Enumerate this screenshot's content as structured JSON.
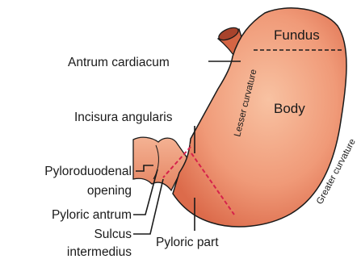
{
  "labels": {
    "fundus": "Fundus",
    "body": "Body",
    "antrum_cardiacum": "Antrum cardiacum",
    "incisura_angularis": "Incisura angularis",
    "pyloroduodenal_opening_line1": "Pyloroduodenal",
    "pyloroduodenal_opening_line2": "opening",
    "pyloric_antrum": "Pyloric antrum",
    "sulcus_intermedius_line1": "Sulcus",
    "sulcus_intermedius_line2": "intermedius",
    "pyloric_part": "Pyloric part",
    "lesser_curvature": "Lesser curvature",
    "greater_curvature": "Greater curvature"
  },
  "colors": {
    "stomach_light": "#f7bd9c",
    "stomach_dark": "#e0714f",
    "esophagus": "#c4553a",
    "outline": "#1a1a1a",
    "fundus_divider": "#1a1a1a",
    "pyloric_divider": "#d6224b"
  }
}
